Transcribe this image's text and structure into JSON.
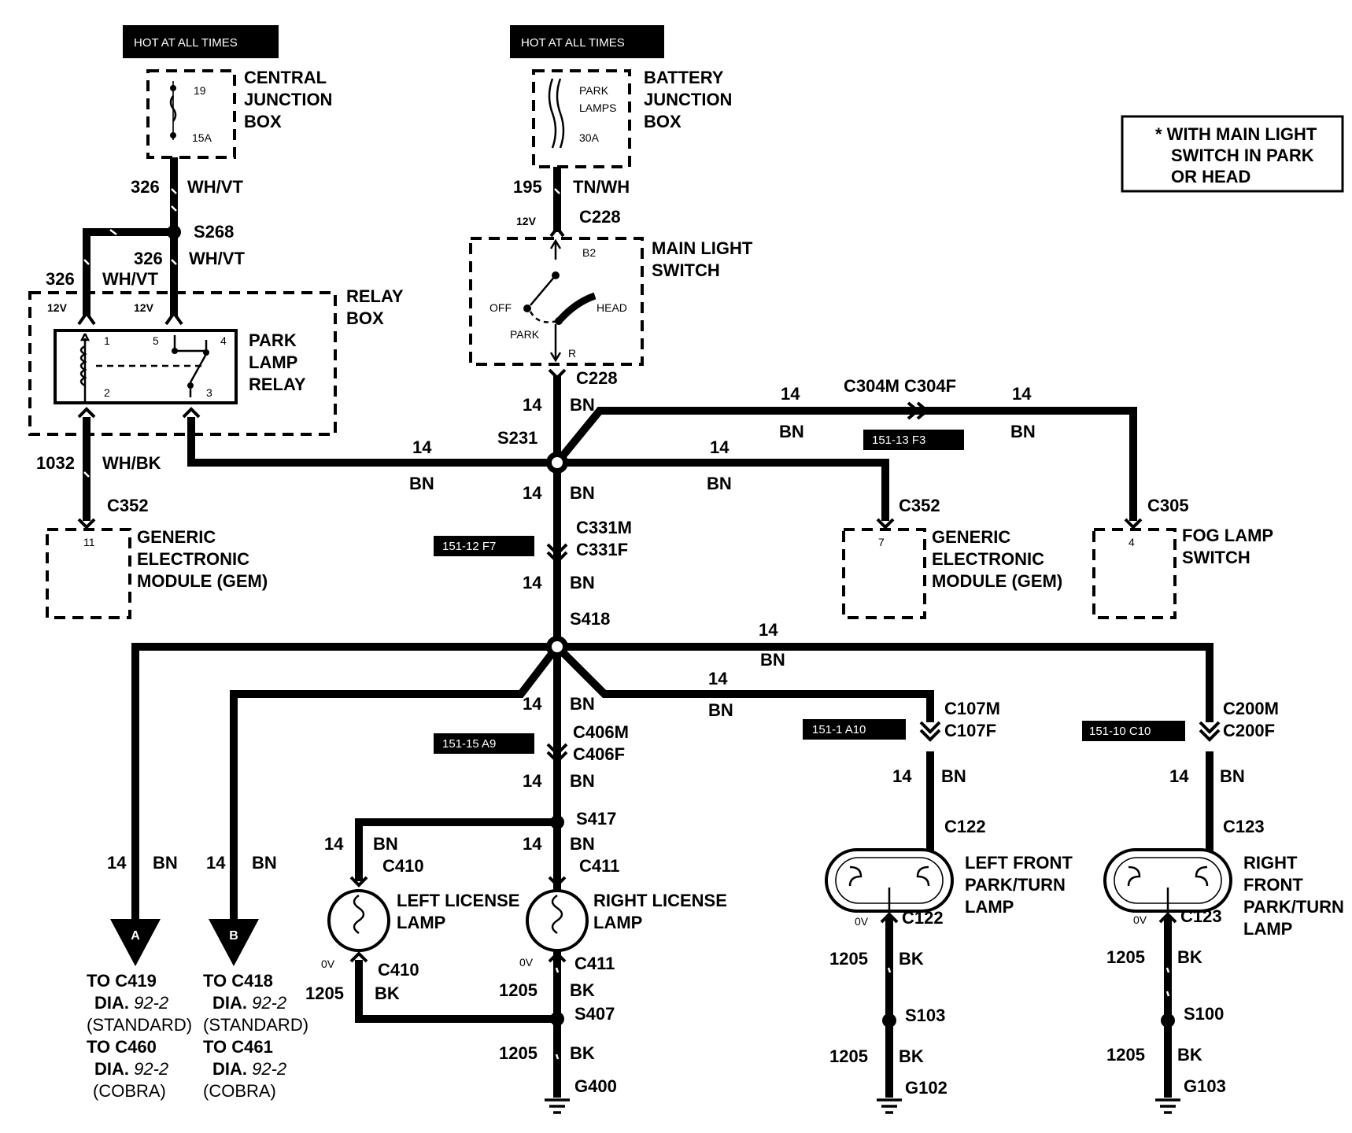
{
  "notes": {
    "hot1": "HOT AT ALL TIMES",
    "hot2": "HOT AT ALL TIMES",
    "legend": [
      "* WITH MAIN LIGHT",
      "SWITCH IN PARK",
      "OR HEAD"
    ]
  },
  "components": {
    "cjb": {
      "lines": [
        "CENTRAL",
        "JUNCTION",
        "BOX"
      ],
      "fuse_no": "19",
      "fuse_rating": "15A"
    },
    "bjb": {
      "lines": [
        "BATTERY",
        "JUNCTION",
        "BOX"
      ],
      "fuse_lines": [
        "PARK",
        "LAMPS"
      ],
      "fuse_rating": "30A"
    },
    "relay_box": {
      "lines": [
        "RELAY",
        "BOX"
      ]
    },
    "park_relay": {
      "lines": [
        "PARK",
        "LAMP",
        "RELAY"
      ],
      "pins": [
        "1",
        "5",
        "4",
        "2",
        "3"
      ]
    },
    "main_switch": {
      "lines": [
        "MAIN LIGHT",
        "SWITCH"
      ],
      "b2": "B2",
      "off": "OFF",
      "head": "HEAD",
      "park": "PARK",
      "r": "R"
    },
    "gem_left": {
      "lines": [
        "GENERIC",
        "ELECTRONIC",
        "MODULE (GEM)"
      ],
      "pin": "11"
    },
    "gem_right": {
      "lines": [
        "GENERIC",
        "ELECTRONIC",
        "MODULE (GEM)"
      ],
      "pin": "7"
    },
    "fog": {
      "lines": [
        "FOG LAMP",
        "SWITCH"
      ],
      "pin": "4"
    },
    "left_license": {
      "lines": [
        "LEFT LICENSE",
        "LAMP"
      ]
    },
    "right_license": {
      "lines": [
        "RIGHT LICENSE",
        "LAMP"
      ]
    },
    "lf_park": {
      "lines": [
        "LEFT FRONT",
        "PARK/TURN",
        "LAMP"
      ]
    },
    "rf_park": {
      "lines": [
        "RIGHT",
        "FRONT",
        "PARK/TURN",
        "LAMP"
      ]
    }
  },
  "connectors": {
    "s268": "S268",
    "c228a": "C228",
    "c228b": "C228",
    "s231": "S231",
    "c352a": "C352",
    "c352b": "C352",
    "c304": "C304M C304F",
    "c305": "C305",
    "c331m": "C331M",
    "c331f": "C331F",
    "s418": "S418",
    "c406m": "C406M",
    "c406f": "C406F",
    "s417": "S417",
    "c410a": "C410",
    "c411a": "C411",
    "c410b": "C410",
    "c411b": "C411",
    "s407": "S407",
    "g400": "G400",
    "c107m": "C107M",
    "c107f": "C107F",
    "c122a": "C122",
    "c122b": "C122",
    "s103": "S103",
    "g102": "G102",
    "c200m": "C200M",
    "c200f": "C200F",
    "c123a": "C123",
    "c123b": "C123",
    "s100": "S100",
    "g103": "G103"
  },
  "refs": {
    "r1": "151-13 F3",
    "r2": "151-12 F7",
    "r3": "151-15 A9",
    "r4": "151-1 A10",
    "r5": "151-10 C10"
  },
  "circuits": {
    "c326": "326",
    "wh_vt": "WH/VT",
    "c195": "195",
    "tn_wh": "TN/WH",
    "c1032": "1032",
    "wh_bk": "WH/BK",
    "g14": "14",
    "bn": "BN",
    "c1205": "1205",
    "bk": "BK",
    "v12": "12V",
    "v0": "0V"
  },
  "offpage": {
    "a": {
      "letter": "A",
      "l1": "TO C419",
      "l2a": "DIA.",
      "l2b": "92-2",
      "l3": "(STANDARD)",
      "l4": "TO C460",
      "l5a": "DIA.",
      "l5b": "92-2",
      "l6": "(COBRA)"
    },
    "b": {
      "letter": "B",
      "l1": "TO C418",
      "l2a": "DIA.",
      "l2b": "92-2",
      "l3": "(STANDARD)",
      "l4": "TO C461",
      "l5a": "DIA.",
      "l5b": "92-2",
      "l6": "(COBRA)"
    }
  }
}
